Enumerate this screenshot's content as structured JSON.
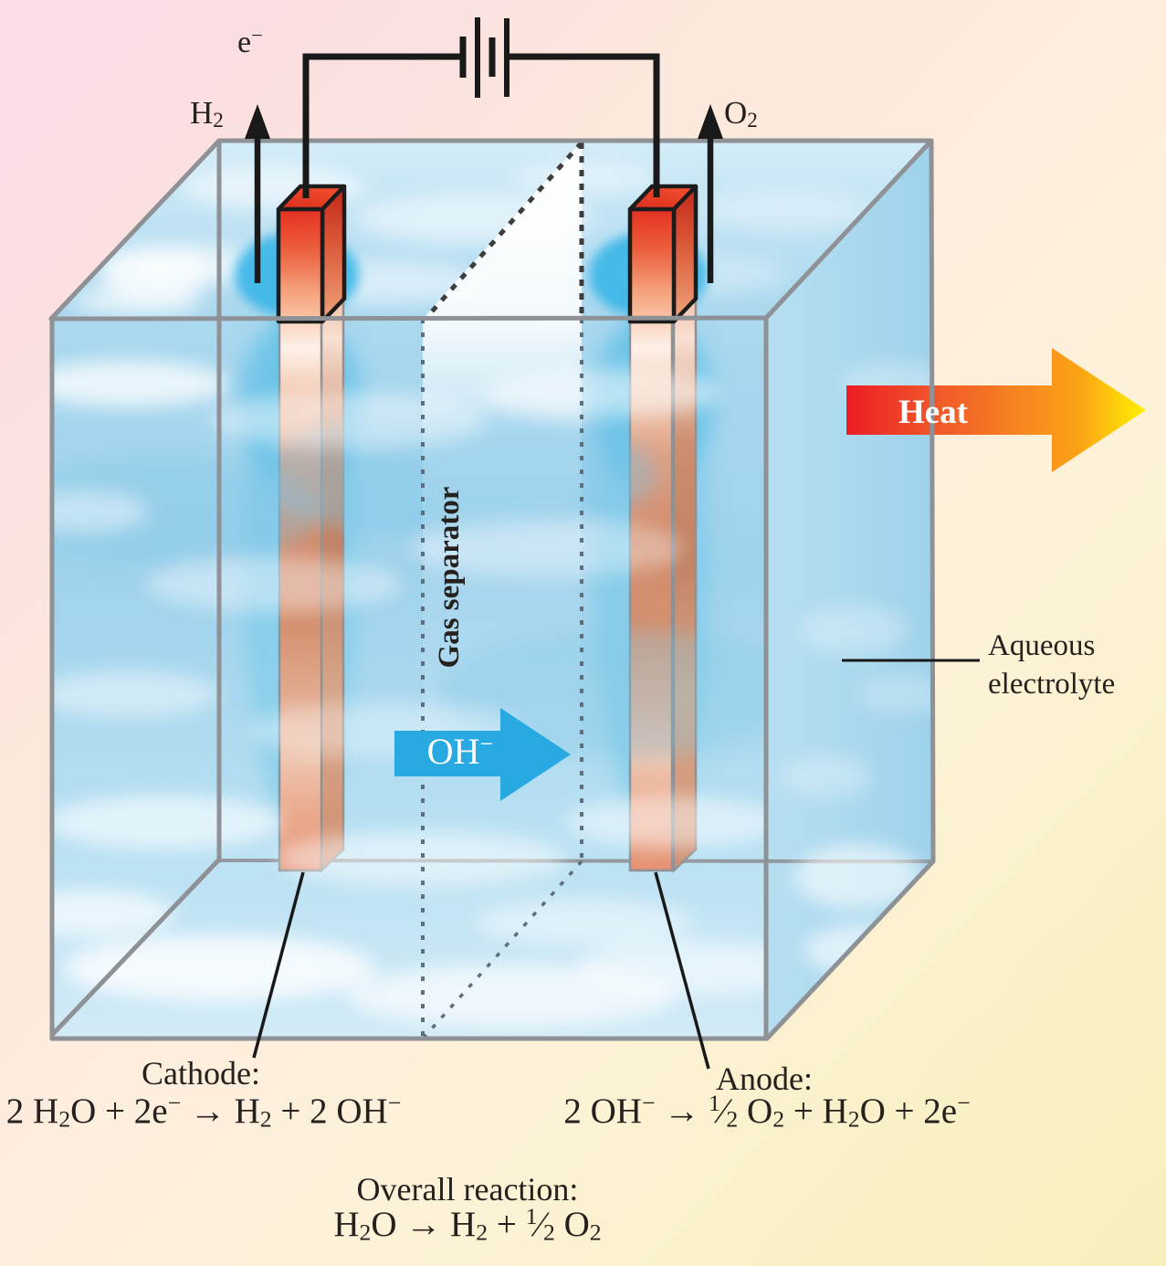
{
  "title_implicit": "Alkaline water electrolysis cell diagram",
  "circuit": {
    "electron_label": [
      {
        "t": "e"
      },
      {
        "sup": "−"
      }
    ],
    "battery_icon": "battery-icon"
  },
  "gases": {
    "hydrogen": [
      {
        "t": "H"
      },
      {
        "sub": "2"
      }
    ],
    "oxygen": [
      {
        "t": "O"
      },
      {
        "sub": "2"
      }
    ]
  },
  "flows": {
    "heat_label": "Heat",
    "hydroxide_label": [
      {
        "t": "OH"
      },
      {
        "sup": "−"
      }
    ]
  },
  "labels": {
    "gas_separator": "Gas separator",
    "aqueous_electrolyte": "Aqueous electrolyte"
  },
  "reactions": {
    "cathode_title": "Cathode:",
    "cathode_eq": [
      {
        "t": "2 H"
      },
      {
        "sub": "2"
      },
      {
        "t": "O + 2e"
      },
      {
        "sup": "−"
      },
      {
        "t": " → H"
      },
      {
        "sub": "2"
      },
      {
        "t": " + 2 OH"
      },
      {
        "sup": "−"
      }
    ],
    "anode_title": "Anode:",
    "anode_eq": [
      {
        "t": "2 OH"
      },
      {
        "sup": "−"
      },
      {
        "t": " → "
      },
      {
        "sup": "1"
      },
      {
        "t": "⁄"
      },
      {
        "sub": "2"
      },
      {
        "t": " O"
      },
      {
        "sub": "2"
      },
      {
        "t": " + H"
      },
      {
        "sub": "2"
      },
      {
        "t": "O + 2e"
      },
      {
        "sup": "−"
      }
    ],
    "overall_title": "Overall reaction:",
    "overall_eq": [
      {
        "t": "H"
      },
      {
        "sub": "2"
      },
      {
        "t": "O → H"
      },
      {
        "sub": "2"
      },
      {
        "t": " + "
      },
      {
        "sup": "1"
      },
      {
        "t": "⁄"
      },
      {
        "sub": "2"
      },
      {
        "t": " O"
      },
      {
        "sub": "2"
      }
    ]
  },
  "colors": {
    "background_pink": "#fbdbe5",
    "background_yellow": "#f7efbc",
    "water_blue": "#a5d6ee",
    "glow_blue": "#3eb7e8",
    "hydroxide_arrow_blue": "#29a9e1",
    "electrode_red": "#e53120",
    "electrode_copper": "#d18c6d",
    "heat_red": "#ec1c24",
    "heat_yellow": "#fff200",
    "tank_edge_gray": "#8e9195",
    "text_black": "#27211e"
  }
}
